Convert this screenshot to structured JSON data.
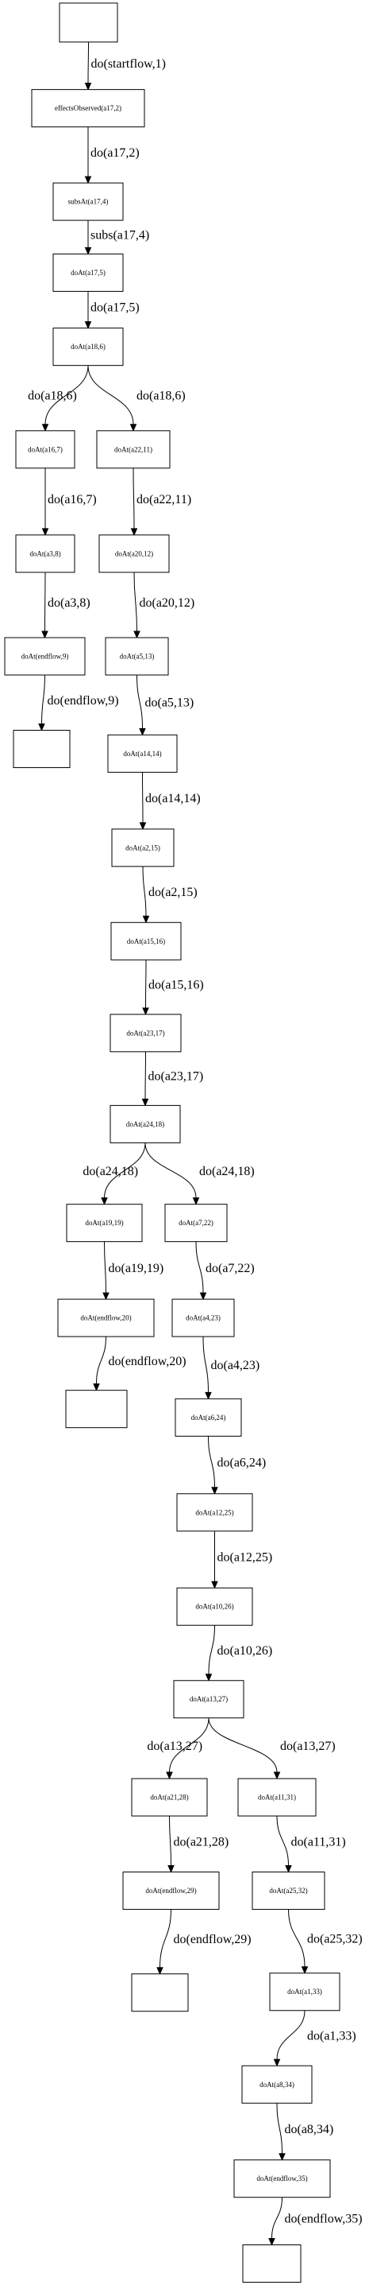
{
  "nodes": [
    {
      "id": "start",
      "label": ""
    },
    {
      "id": "n1",
      "label": "effectsObserved(a17,2)"
    },
    {
      "id": "n2",
      "label": "subsAt(a17,4)"
    },
    {
      "id": "n3",
      "label": "doAt(a17,5)"
    },
    {
      "id": "n4",
      "label": "doAt(a18,6)"
    },
    {
      "id": "n5",
      "label": "doAt(a16,7)"
    },
    {
      "id": "n6",
      "label": "doAt(a22,11)"
    },
    {
      "id": "n7",
      "label": "doAt(a3,8)"
    },
    {
      "id": "n8",
      "label": "doAt(a20,12)"
    },
    {
      "id": "n9",
      "label": "doAt(endflow,9)"
    },
    {
      "id": "n10",
      "label": "doAt(a5,13)"
    },
    {
      "id": "end1",
      "label": ""
    },
    {
      "id": "n11",
      "label": "doAt(a14,14)"
    },
    {
      "id": "n12",
      "label": "doAt(a2,15)"
    },
    {
      "id": "n13",
      "label": "doAt(a15,16)"
    },
    {
      "id": "n14",
      "label": "doAt(a23,17)"
    },
    {
      "id": "n15",
      "label": "doAt(a24,18)"
    },
    {
      "id": "n16",
      "label": "doAt(a19,19)"
    },
    {
      "id": "n17",
      "label": "doAt(a7,22)"
    },
    {
      "id": "n18",
      "label": "doAt(endflow,20)"
    },
    {
      "id": "n19",
      "label": "doAt(a4,23)"
    },
    {
      "id": "end2",
      "label": ""
    },
    {
      "id": "n20",
      "label": "doAt(a6,24)"
    },
    {
      "id": "n21",
      "label": "doAt(a12,25)"
    },
    {
      "id": "n22",
      "label": "doAt(a10,26)"
    },
    {
      "id": "n23",
      "label": "doAt(a13,27)"
    },
    {
      "id": "n24",
      "label": "doAt(a21,28)"
    },
    {
      "id": "n25",
      "label": "doAt(a11,31)"
    },
    {
      "id": "n26",
      "label": "doAt(endflow,29)"
    },
    {
      "id": "n27",
      "label": "doAt(a25,32)"
    },
    {
      "id": "end3",
      "label": ""
    },
    {
      "id": "n28",
      "label": "doAt(a1,33)"
    },
    {
      "id": "n29",
      "label": "doAt(a8,34)"
    },
    {
      "id": "n30",
      "label": "doAt(endflow,35)"
    },
    {
      "id": "end4",
      "label": ""
    }
  ],
  "edges": [
    {
      "from": "start",
      "to": "n1",
      "label": "do(startflow,1)"
    },
    {
      "from": "n1",
      "to": "n2",
      "label": "do(a17,2)"
    },
    {
      "from": "n2",
      "to": "n3",
      "label": "subs(a17,4)"
    },
    {
      "from": "n3",
      "to": "n4",
      "label": "do(a17,5)"
    },
    {
      "from": "n4",
      "to": "n5",
      "label": "do(a18,6)"
    },
    {
      "from": "n4",
      "to": "n6",
      "label": "do(a18,6)"
    },
    {
      "from": "n5",
      "to": "n7",
      "label": "do(a16,7)"
    },
    {
      "from": "n6",
      "to": "n8",
      "label": "do(a22,11)"
    },
    {
      "from": "n7",
      "to": "n9",
      "label": "do(a3,8)"
    },
    {
      "from": "n8",
      "to": "n10",
      "label": "do(a20,12)"
    },
    {
      "from": "n9",
      "to": "end1",
      "label": "do(endflow,9)"
    },
    {
      "from": "n10",
      "to": "n11",
      "label": "do(a5,13)"
    },
    {
      "from": "n11",
      "to": "n12",
      "label": "do(a14,14)"
    },
    {
      "from": "n12",
      "to": "n13",
      "label": "do(a2,15)"
    },
    {
      "from": "n13",
      "to": "n14",
      "label": "do(a15,16)"
    },
    {
      "from": "n14",
      "to": "n15",
      "label": "do(a23,17)"
    },
    {
      "from": "n15",
      "to": "n16",
      "label": "do(a24,18)"
    },
    {
      "from": "n15",
      "to": "n17",
      "label": "do(a24,18)"
    },
    {
      "from": "n16",
      "to": "n18",
      "label": "do(a19,19)"
    },
    {
      "from": "n17",
      "to": "n19",
      "label": "do(a7,22)"
    },
    {
      "from": "n18",
      "to": "end2",
      "label": "do(endflow,20)"
    },
    {
      "from": "n19",
      "to": "n20",
      "label": "do(a4,23)"
    },
    {
      "from": "n20",
      "to": "n21",
      "label": "do(a6,24)"
    },
    {
      "from": "n21",
      "to": "n22",
      "label": "do(a12,25)"
    },
    {
      "from": "n22",
      "to": "n23",
      "label": "do(a10,26)"
    },
    {
      "from": "n23",
      "to": "n24",
      "label": "do(a13,27)"
    },
    {
      "from": "n23",
      "to": "n25",
      "label": "do(a13,27)"
    },
    {
      "from": "n24",
      "to": "n26",
      "label": "do(a21,28)"
    },
    {
      "from": "n25",
      "to": "n27",
      "label": "do(a11,31)"
    },
    {
      "from": "n26",
      "to": "end3",
      "label": "do(endflow,29)"
    },
    {
      "from": "n27",
      "to": "n28",
      "label": "do(a25,32)"
    },
    {
      "from": "n28",
      "to": "n29",
      "label": "do(a1,33)"
    },
    {
      "from": "n29",
      "to": "n30",
      "label": "do(a8,34)"
    },
    {
      "from": "n30",
      "to": "end4",
      "label": "do(endflow,35)"
    }
  ]
}
